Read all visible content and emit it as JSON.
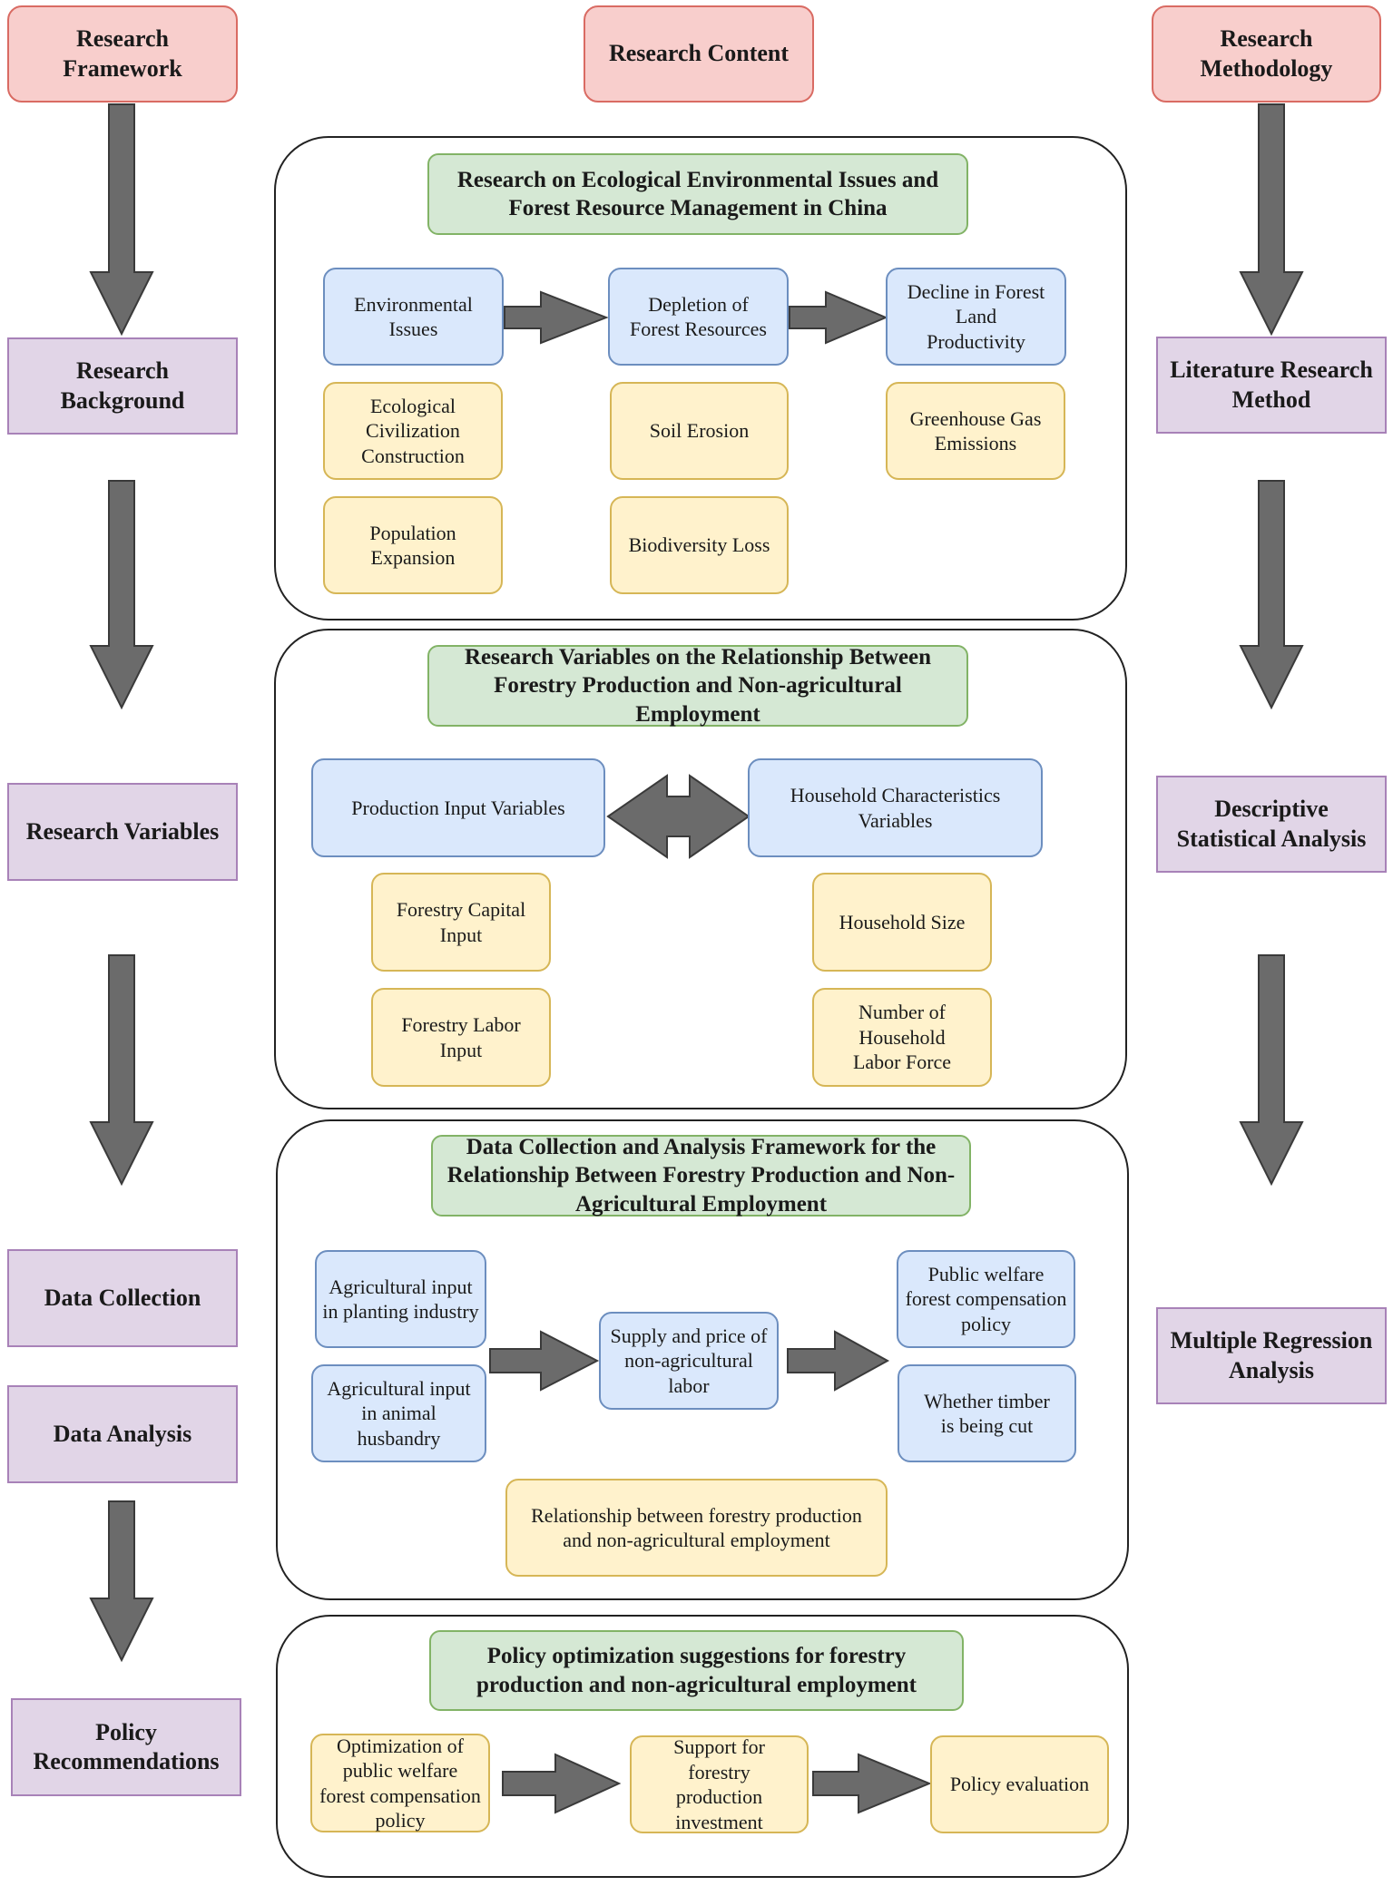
{
  "headers": {
    "framework": "Research Framework",
    "content": "Research Content",
    "methodology": "Research Methodology"
  },
  "framework": {
    "background": "Research Background",
    "variables": "Research Variables",
    "collection": "Data Collection",
    "analysis": "Data Analysis",
    "policy": "Policy Recommendations"
  },
  "methodology": {
    "literature": "Literature Research Method",
    "descriptive": "Descriptive Statistical Analysis",
    "regression": "Multiple Regression Analysis"
  },
  "section1": {
    "title": "Research on Ecological Environmental Issues and Forest Resource Management in China",
    "environmental_issues": "Environmental Issues",
    "depletion": "Depletion of Forest Resources",
    "decline": "Decline in Forest Land Productivity",
    "ecological": "Ecological Civilization Construction",
    "soil": "Soil Erosion",
    "greenhouse": "Greenhouse Gas Emissions",
    "population": "Population Expansion",
    "biodiversity": "Biodiversity Loss"
  },
  "section2": {
    "title": "Research Variables on the Relationship Between Forestry Production and Non-agricultural Employment",
    "production_input": "Production Input Variables",
    "household_char": "Household Characteristics Variables",
    "capital_input": "Forestry Capital Input",
    "household_size": "Household Size",
    "labor_input": "Forestry Labor Input",
    "labor_force": "Number of Household Labor Force"
  },
  "section3": {
    "title": "Data Collection and Analysis Framework for the Relationship Between Forestry Production and Non-Agricultural Employment",
    "planting": "Agricultural input in planting industry",
    "husbandry": "Agricultural input in animal husbandry",
    "supply": "Supply and price of non-agricultural labor",
    "compensation": "Public welfare forest compensation policy",
    "timber": "Whether timber is being cut",
    "relationship": "Relationship between forestry production and non-agricultural employment"
  },
  "section4": {
    "title": "Policy optimization suggestions for forestry production and non-agricultural employment",
    "optimization": "Optimization of public welfare forest compensation policy",
    "support": "Support for forestry production investment",
    "evaluation": "Policy evaluation"
  },
  "colors": {
    "header_fill": "#f8cecc",
    "side_fill": "#e1d5e7",
    "title_fill": "#d5e8d4",
    "blue_fill": "#dae8fc",
    "yellow_fill": "#fff2cc",
    "arrow_fill": "#6b6b6b"
  }
}
